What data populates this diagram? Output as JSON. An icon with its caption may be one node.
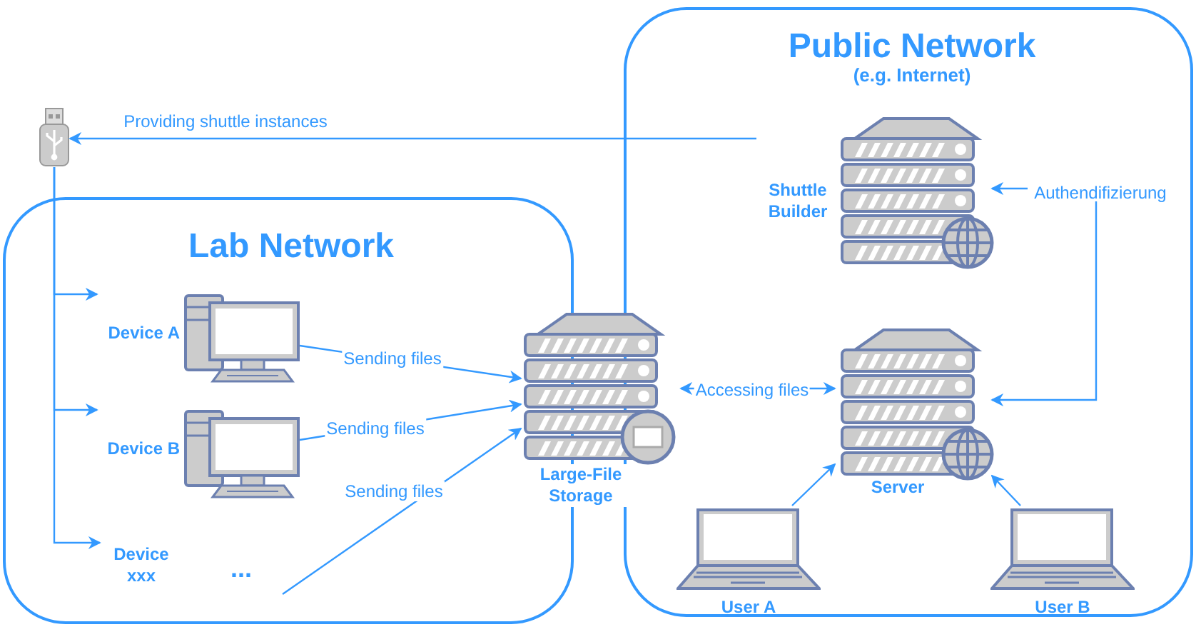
{
  "diagram": {
    "nodes": [
      {
        "text": [
          "Lab Network"
        ]
      },
      {
        "text": [
          "Public Network",
          "(e.g. Internet)"
        ]
      },
      {
        "text": [],
        "shape": "picture"
      },
      {
        "text": [
          "Device A"
        ],
        "in": 0
      },
      {
        "text": [
          "Device B"
        ],
        "in": 0
      },
      {
        "text": [
          "Device xxx",
          "..."
        ],
        "in": 0
      },
      {
        "text": [
          "Large-File Storage"
        ]
      },
      {
        "text": [
          "Shuttle Builder"
        ],
        "in": 1
      },
      {
        "text": [
          "Server"
        ],
        "in": 1
      },
      {
        "text": [
          "User A"
        ],
        "in": 1
      },
      {
        "text": [
          "User B"
        ],
        "in": 1
      },
      {
        "text": [
          "Authendifizierung"
        ],
        "in": 1
      }
    ],
    "edges": [
      {
        "from": 7,
        "to": 2,
        "arrow": "to",
        "label": "Providing shuttle instances"
      },
      {
        "from": 2,
        "to": 3,
        "arrow": "to"
      },
      {
        "from": 2,
        "to": 4,
        "arrow": "to"
      },
      {
        "from": 2,
        "to": 5,
        "arrow": "to"
      },
      {
        "from": 3,
        "to": 6,
        "arrow": "to",
        "label": "Sending files"
      },
      {
        "from": 4,
        "to": 6,
        "arrow": "to",
        "label": "Sending files"
      },
      {
        "from": 5,
        "to": 6,
        "arrow": "to",
        "label": "Sending files"
      },
      {
        "from": 6,
        "to": 8,
        "arrow": "both",
        "label": "Accessing files"
      },
      {
        "from": 11,
        "to": 7,
        "arrow": "to"
      },
      {
        "from": 11,
        "to": 8,
        "arrow": "to"
      },
      {
        "from": 9,
        "to": 8,
        "arrow": "to"
      },
      {
        "from": 10,
        "to": 8,
        "arrow": "to"
      }
    ]
  }
}
